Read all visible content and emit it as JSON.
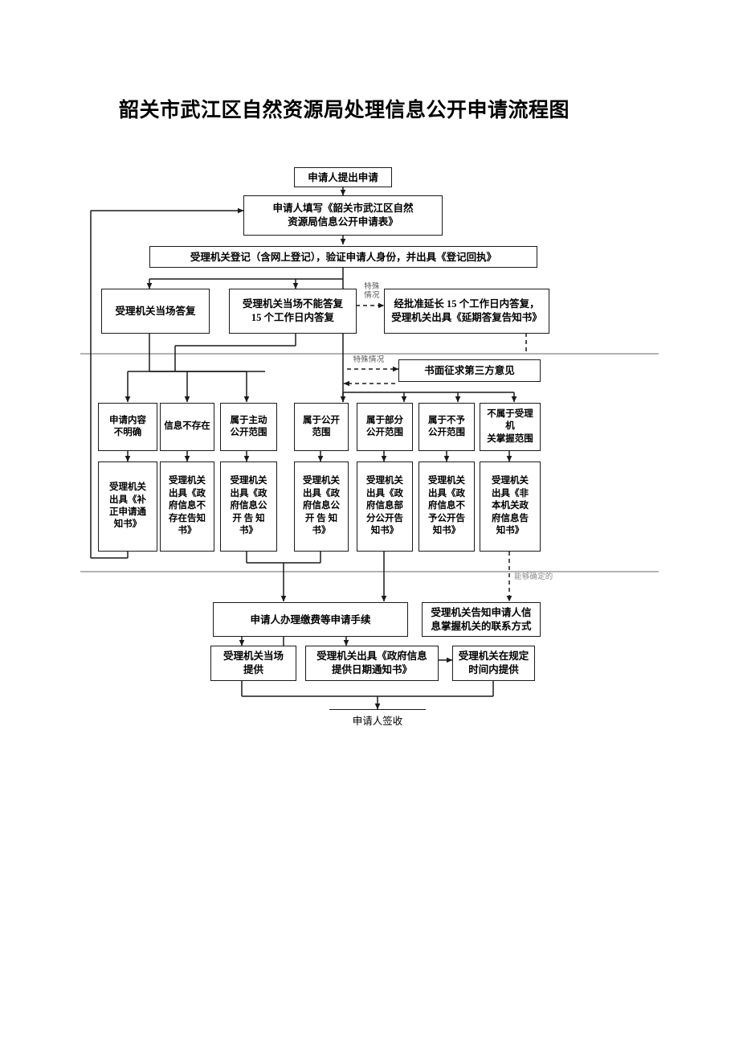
{
  "title": "韶关市武江区自然资源局处理信息公开申请流程图",
  "nodes": {
    "apply": "申请人提出申请",
    "form": "申请人填写《韶关市武江区自然\n资源局信息公开申请表》",
    "register": "受理机关登记（含网上登记），验证申请人身份，并出具《登记回执》",
    "answer_onsite": "受理机关当场答复",
    "answer_15": "受理机关当场不能答复\n15 个工作日内答复",
    "answer_extend": "经批准延长 15 个工作日内答复，\n受理机关出具《延期答复告知书》",
    "third_party": "书面征求第三方意见",
    "cat1": "申请内容\n不明确",
    "cat2": "信息不存在",
    "cat3": "属于主动\n公开范围",
    "cat4": "属于公开\n范围",
    "cat5": "属于部分\n公开范围",
    "cat6": "属于不予\n公开范围",
    "cat7": "不属于受理机\n关掌握范围",
    "doc1": "受理机关\n出具《补\n正申请通\n知书》",
    "doc2": "受理机关\n出具《政\n府信息不\n存在告知\n书》",
    "doc3": "受理机关\n出具《政\n府信息公\n开 告 知\n书》",
    "doc4": "受理机关\n出具《政\n府信息公\n开 告 知\n书》",
    "doc5": "受理机关\n出具《政\n府信息部\n分公开告\n知书》",
    "doc6": "受理机关\n出具《政\n府信息不\n予公开告\n知书》",
    "doc7": "受理机关\n出具《非\n本机关政\n府信息告\n知书》",
    "fee": "申请人办理缴费等申请手续",
    "contact": "受理机关告知申请人信\n息掌握机关的联系方式",
    "provide_onsite": "受理机关当场\n提供",
    "provide_notice": "受理机关出具《政府信息\n提供日期通知书》",
    "provide_intime": "受理机关在规定\n时间内提供",
    "signature": "申请人签收"
  },
  "annotations": {
    "special_case_top": "特殊\n情况",
    "special_case_mid": "特殊情况",
    "determinable": "能够确定的"
  },
  "colors": {
    "line": "#1a1a1a",
    "rule": "#9a9a9a",
    "text": "#000000"
  }
}
